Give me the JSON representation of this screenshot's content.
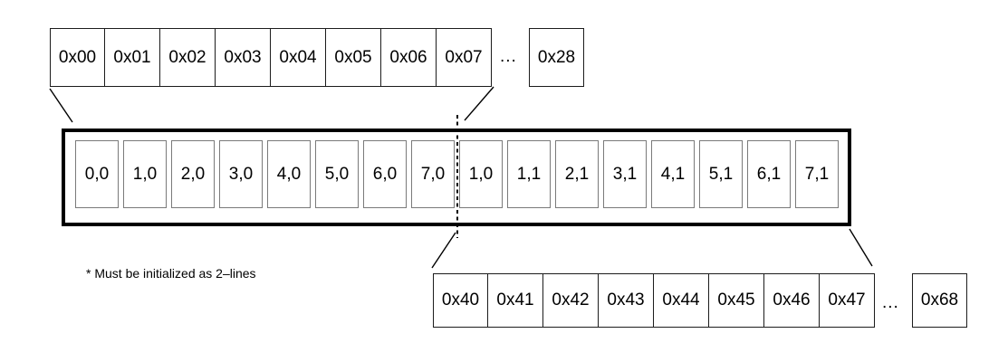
{
  "top_row": {
    "cells": [
      "0x00",
      "0x01",
      "0x02",
      "0x03",
      "0x04",
      "0x05",
      "0x06",
      "0x07"
    ],
    "ellipsis": "...",
    "last_cell": "0x28"
  },
  "main_box": {
    "cells": [
      "0,0",
      "1,0",
      "2,0",
      "3,0",
      "4,0",
      "5,0",
      "6,0",
      "7,0",
      "1,0",
      "1,1",
      "2,1",
      "3,1",
      "4,1",
      "5,1",
      "6,1",
      "7,1"
    ]
  },
  "bottom_row": {
    "cells": [
      "0x40",
      "0x41",
      "0x42",
      "0x43",
      "0x44",
      "0x45",
      "0x46",
      "0x47"
    ],
    "ellipsis": "...",
    "last_cell": "0x68"
  },
  "footnote": "* Must be initialized as 2–lines",
  "colors": {
    "background": "#ffffff",
    "text": "#000000",
    "row_border": "#1c1c1c",
    "inner_border": "#7a7a7a",
    "box_border": "#000000"
  }
}
